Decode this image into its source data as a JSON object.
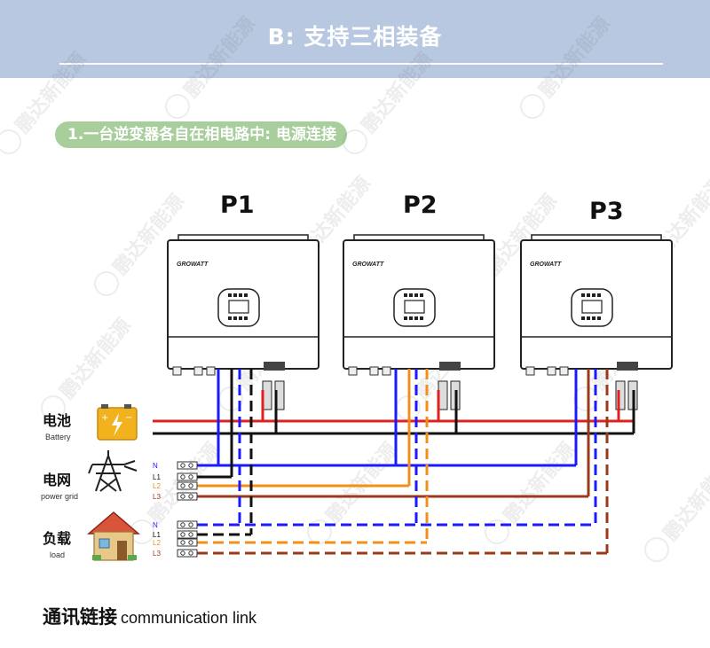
{
  "header": {
    "title": "B: 支持三相装备"
  },
  "section": {
    "title": "1.一台逆变器各自在相电路中: 电源连接"
  },
  "inverters": [
    {
      "label": "P1",
      "brand": "GROWATT"
    },
    {
      "label": "P2",
      "brand": "GROWATT"
    },
    {
      "label": "P3",
      "brand": "GROWATT"
    }
  ],
  "sources": {
    "battery": {
      "cn": "电池",
      "en": "Battery"
    },
    "grid": {
      "cn": "电网",
      "en": "power grid"
    },
    "load": {
      "cn": "负载",
      "en": "load"
    }
  },
  "phases": [
    "N",
    "L1",
    "L2",
    "L3"
  ],
  "watermark": "鹏达新能源",
  "communication": {
    "cn": "通讯链接",
    "en": "communication link"
  },
  "colors": {
    "header_bg": "#b8c8e0",
    "section_pill": "#a8ce9c",
    "battery_positive": "#e02020",
    "battery_negative": "#111111",
    "neutral": "#1a1aff",
    "L1": "#111111",
    "L2": "#f0901a",
    "L3": "#9a3a1a"
  }
}
